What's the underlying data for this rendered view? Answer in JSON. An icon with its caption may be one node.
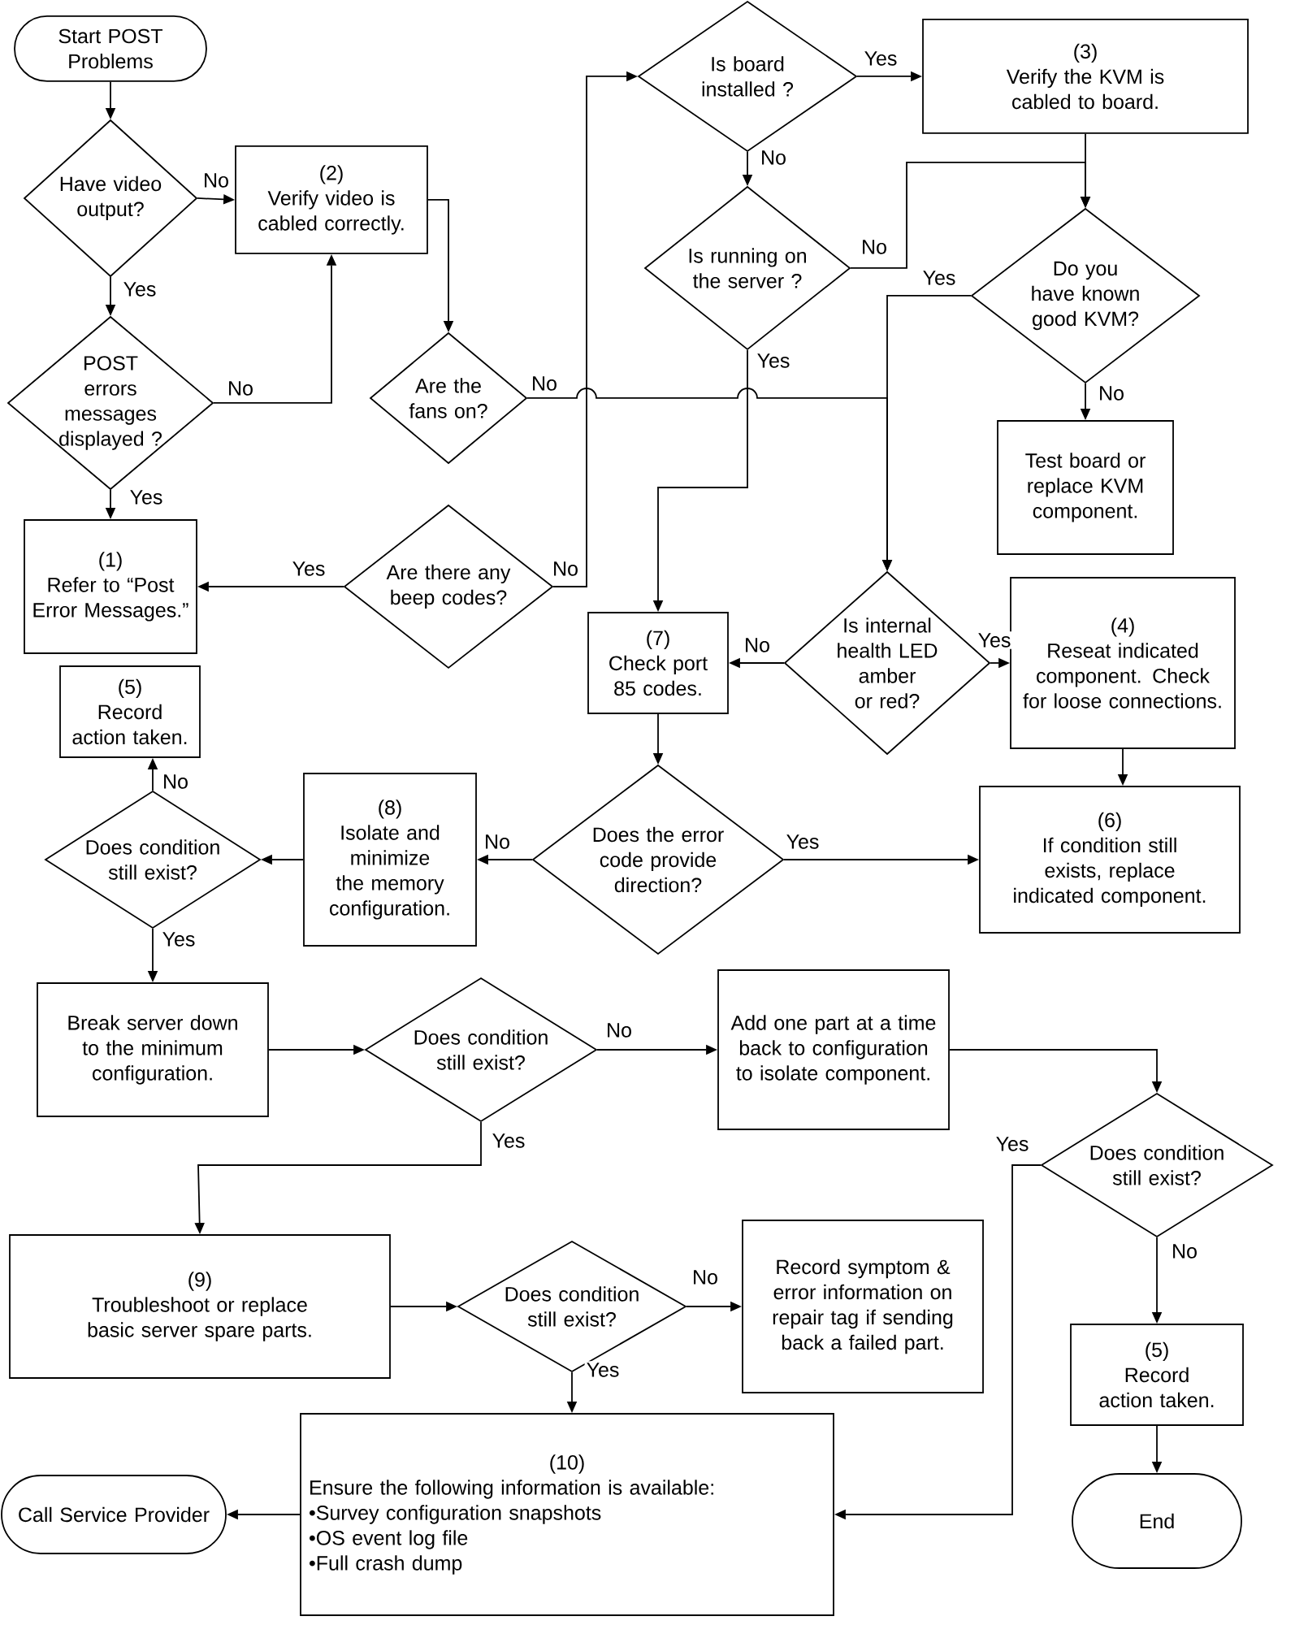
{
  "diagram": {
    "nodes": [
      {
        "text": [
          "Start POST Problems"
        ]
      },
      {
        "text": [
          "Have video output?"
        ]
      },
      {
        "text": [
          "(2)",
          "Verify video is cabled correctly."
        ]
      },
      {
        "text": [
          "POST errors messages displayed ?"
        ]
      },
      {
        "text": [
          "(1)",
          "Refer to “Post Error Messages.”"
        ]
      },
      {
        "text": [
          "Are the fans on?"
        ]
      },
      {
        "text": [
          "Are there any beep codes?"
        ]
      },
      {
        "text": [
          "Is board installed ?"
        ]
      },
      {
        "text": [
          "(3)",
          "Verify the KVM is cabled to board."
        ]
      },
      {
        "text": [
          "Is running on the server ?"
        ]
      },
      {
        "text": [
          "Do you have known good KVM?"
        ]
      },
      {
        "text": [
          "Test board or replace KVM component."
        ]
      },
      {
        "text": [
          "Is internal health LED amber or red?"
        ]
      },
      {
        "text": [
          "(7)",
          "Check port 85 codes."
        ]
      },
      {
        "text": [
          "(4)",
          "Reseat indicated component. Check for loose connections."
        ]
      },
      {
        "text": [
          "(5)",
          "Record action taken."
        ]
      },
      {
        "text": [
          "Does condition still exist?"
        ]
      },
      {
        "text": [
          "(8)",
          "Isolate and minimize the memory configuration."
        ]
      },
      {
        "text": [
          "Does the error code provide direction?"
        ]
      },
      {
        "text": [
          "(6)",
          "If condition still exists, replace indicated component."
        ]
      },
      {
        "text": [
          "Break server down to the minimum configuration."
        ]
      },
      {
        "text": [
          "Does condition still exist?"
        ]
      },
      {
        "text": [
          "Add one part at a time back to configuration to isolate component."
        ]
      },
      {
        "text": [
          "Does condition still exist?"
        ]
      },
      {
        "text": [
          "(9)",
          "Troubleshoot or replace basic server spare parts."
        ]
      },
      {
        "text": [
          "Does condition still exist?"
        ]
      },
      {
        "text": [
          "Record symptom & error information on repair tag if sending back a failed part."
        ]
      },
      {
        "text": [
          "(5)",
          "Record action taken."
        ]
      },
      {
        "text": [
          "(10)",
          "Ensure the following information is available:",
          "•Survey configuration snapshots",
          "•OS event log file",
          "•Full crash dump"
        ]
      },
      {
        "text": [
          "Call Service Provider"
        ]
      },
      {
        "text": [
          "End"
        ]
      }
    ],
    "edges": [
      {
        "from": 0,
        "to": 1,
        "arrow": "to"
      },
      {
        "from": 1,
        "to": 2,
        "arrow": "to",
        "label": "No"
      },
      {
        "from": 1,
        "to": 3,
        "arrow": "to",
        "label": "Yes"
      },
      {
        "from": 3,
        "to": 2,
        "arrow": "to",
        "label": "No"
      },
      {
        "from": 3,
        "to": 4,
        "arrow": "to",
        "label": "Yes"
      },
      {
        "from": 2,
        "to": 5,
        "arrow": "to"
      },
      {
        "from": 5,
        "to": 12,
        "arrow": "to",
        "label": "No"
      },
      {
        "from": 6,
        "to": 4,
        "arrow": "to",
        "label": "Yes"
      },
      {
        "from": 6,
        "to": 7,
        "arrow": "to",
        "label": "No"
      },
      {
        "from": 7,
        "to": 8,
        "arrow": "to",
        "label": "Yes"
      },
      {
        "from": 7,
        "to": 9,
        "arrow": "to",
        "label": "No"
      },
      {
        "from": 9,
        "to": 10,
        "arrow": "to",
        "label": "No"
      },
      {
        "from": 8,
        "to": 10,
        "arrow": "to"
      },
      {
        "from": 9,
        "to": 13,
        "arrow": "to",
        "label": "Yes"
      },
      {
        "from": 10,
        "to": 11,
        "arrow": "to",
        "label": "No"
      },
      {
        "from": 10,
        "to": 12,
        "arrow": "to",
        "label": "Yes"
      },
      {
        "from": 12,
        "to": 13,
        "arrow": "to",
        "label": "No"
      },
      {
        "from": 12,
        "to": 14,
        "arrow": "to",
        "label": "Yes"
      },
      {
        "from": 14,
        "to": 19,
        "arrow": "to"
      },
      {
        "from": 13,
        "to": 18,
        "arrow": "to"
      },
      {
        "from": 18,
        "to": 17,
        "arrow": "to",
        "label": "No"
      },
      {
        "from": 18,
        "to": 19,
        "arrow": "to",
        "label": "Yes"
      },
      {
        "from": 17,
        "to": 16,
        "arrow": "to"
      },
      {
        "from": 16,
        "to": 15,
        "arrow": "to",
        "label": "No"
      },
      {
        "from": 16,
        "to": 20,
        "arrow": "to",
        "label": "Yes"
      },
      {
        "from": 20,
        "to": 21,
        "arrow": "to"
      },
      {
        "from": 21,
        "to": 22,
        "arrow": "to",
        "label": "No"
      },
      {
        "from": 22,
        "to": 23,
        "arrow": "to"
      },
      {
        "from": 21,
        "to": 24,
        "arrow": "to",
        "label": "Yes"
      },
      {
        "from": 23,
        "to": 28,
        "arrow": "to",
        "label": "Yes"
      },
      {
        "from": 23,
        "to": 27,
        "arrow": "to",
        "label": "No"
      },
      {
        "from": 27,
        "to": 30,
        "arrow": "to"
      },
      {
        "from": 24,
        "to": 25,
        "arrow": "to"
      },
      {
        "from": 25,
        "to": 26,
        "arrow": "to",
        "label": "No"
      },
      {
        "from": 25,
        "to": 28,
        "arrow": "to",
        "label": "Yes"
      },
      {
        "from": 28,
        "to": 29,
        "arrow": "to"
      }
    ]
  }
}
